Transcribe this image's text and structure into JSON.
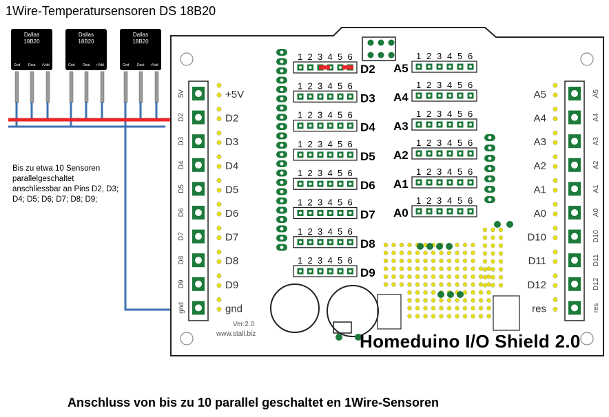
{
  "title": "1Wire-Temperatursensoren  DS 18B20",
  "sensors": [
    {
      "brand": "Dallas",
      "model": "18B20",
      "pins": [
        "Gnd",
        "Dout",
        "+Vdd"
      ]
    },
    {
      "brand": "Dallas",
      "model": "18B20",
      "pins": [
        "Gnd",
        "Dout",
        "+Vdd"
      ]
    },
    {
      "brand": "Dallas",
      "model": "18B20",
      "pins": [
        "Gnd",
        "Dout",
        "+Vdd"
      ]
    }
  ],
  "note": "Bis zu etwa 10 Sensoren parallelgeschaltet anschliessbar an Pins D2, D3; D4; D5; D6; D7; D8; D9;",
  "shield_name": "Homeduino I/O Shield 2.0",
  "version": "Ver.2.0",
  "website": "www.stall.biz",
  "footer": "Anschluss  von bis zu 10 parallel  geschaltet en 1Wire-Sensoren",
  "left_header": {
    "labels": [
      "+5V",
      "D2",
      "D3",
      "D4",
      "D5",
      "D6",
      "D7",
      "D8",
      "D9",
      "gnd"
    ],
    "silk": [
      "5V",
      "D2",
      "D3",
      "D4",
      "D5",
      "D6",
      "D7",
      "D8",
      "D9",
      "gnd"
    ]
  },
  "digital_rows": {
    "pin_numbers": [
      "1",
      "2",
      "3",
      "4",
      "5",
      "6"
    ],
    "labels": [
      "D2",
      "D3",
      "D4",
      "D5",
      "D6",
      "D7",
      "D8",
      "D9"
    ]
  },
  "analog_rows": {
    "pin_numbers": [
      "1",
      "2",
      "3",
      "4",
      "5",
      "6"
    ],
    "labels": [
      "A5",
      "A4",
      "A3",
      "A2",
      "A1",
      "A0"
    ]
  },
  "right_header": {
    "labels": [
      "A5",
      "A4",
      "A3",
      "A2",
      "A1",
      "A0",
      "D10",
      "D11",
      "D12",
      "res"
    ]
  },
  "colors": {
    "red_wire": "#e8262b",
    "blue_wire": "#3f72b1",
    "pcb": "#ffffff",
    "pad": "#1c7a3a",
    "pin_yellow": "#e8e000"
  }
}
